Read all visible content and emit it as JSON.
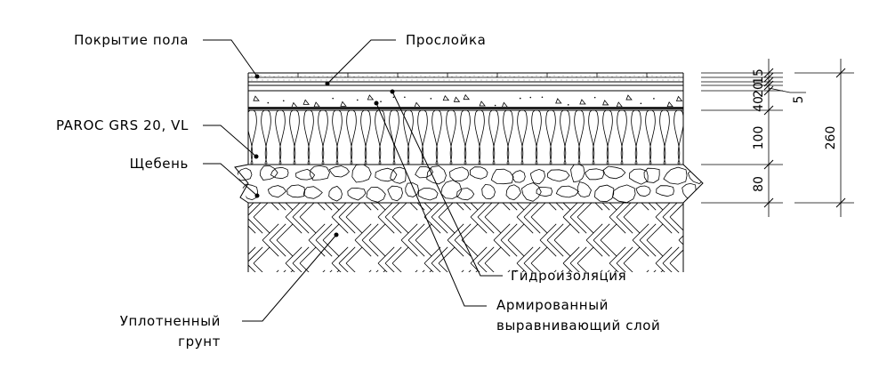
{
  "labels": {
    "floor_covering": "Покрытие пола",
    "interlayer": "Прослойка",
    "insulation": "PAROC GRS 20, VL",
    "crushed_stone": "Щебень",
    "waterproofing": "Гидроизоляция",
    "reinforced_line1": "Армированный",
    "reinforced_line2": "выравнивающий слой",
    "soil_line1": "Уплотненный",
    "soil_line2": "грунт"
  },
  "dimensions": {
    "d15": "15",
    "d20": "20",
    "d40": "40",
    "d5": "5",
    "d100": "100",
    "d80": "80",
    "total": "260"
  }
}
